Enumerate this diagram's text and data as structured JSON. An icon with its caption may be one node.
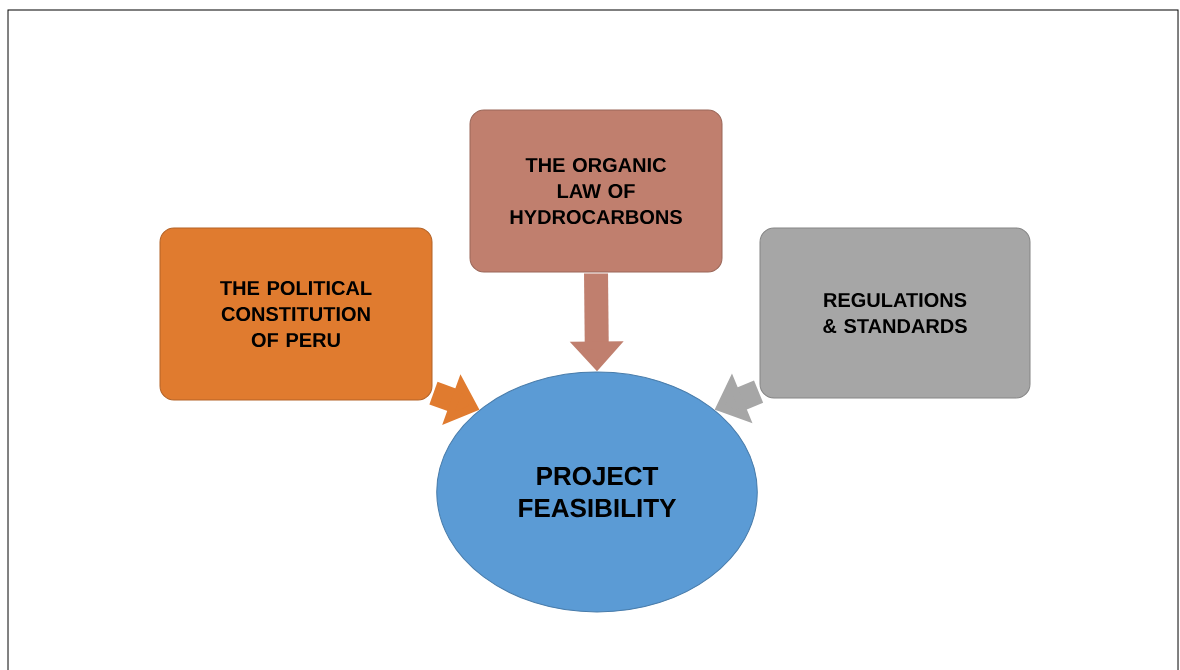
{
  "diagram": {
    "nodes": [
      {
        "text": [
          "THE POLITICAL CONSTITUTION OF PERU"
        ]
      },
      {
        "text": [
          "THE ORGANIC LAW OF HYDROCARBONS"
        ]
      },
      {
        "text": [
          "REGULATIONS & STANDARDS"
        ]
      },
      {
        "text": [
          "PROJECT FEASIBILITY"
        ]
      }
    ],
    "edges": [
      {
        "from": 0,
        "to": 3,
        "arrow": "to",
        "color": "#e07b2f"
      },
      {
        "from": 1,
        "to": 3,
        "arrow": "to",
        "color": "#c07f6e"
      },
      {
        "from": 2,
        "to": 3,
        "arrow": "to",
        "color": "#a6a6a6"
      }
    ]
  }
}
